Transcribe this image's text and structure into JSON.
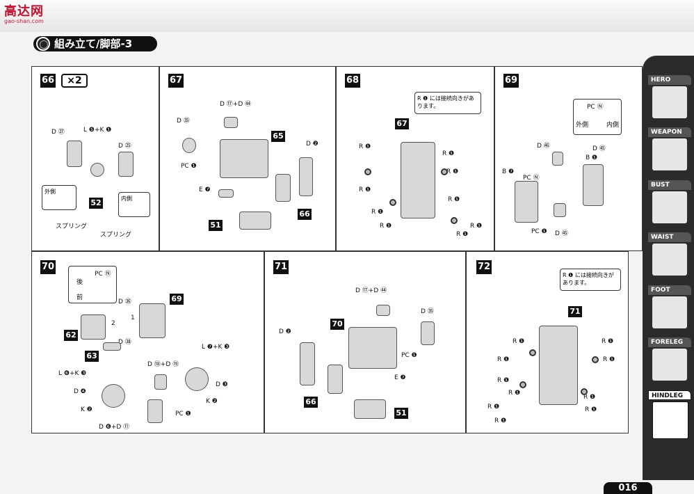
{
  "header": {
    "logo": "高达网",
    "logo_url": "gao-shan.com",
    "title": "組み立て/脚部-3"
  },
  "steps": {
    "s66": {
      "num": "66",
      "mult": "×2",
      "l1": "D ㉗",
      "l2": "L ❺+K ❶",
      "l3": "D ㉕",
      "side_out": "外側",
      "side_in": "内側",
      "p52": "52",
      "spring": "スプリング"
    },
    "s67": {
      "num": "67",
      "l1": "D ⑰+D ㊹",
      "l2": "D ㉟",
      "l3": "PC ❶",
      "l4": "E ❼",
      "l5": "D ❷",
      "p65": "65",
      "p66": "66",
      "p51": "51"
    },
    "s68": {
      "num": "68",
      "note": "R ❶ には接続向きがあります。",
      "p67": "67",
      "r": "R ❶"
    },
    "s69": {
      "num": "69",
      "l1": "PC Ⓝ",
      "l2": "外側",
      "l3": "内側",
      "l4": "D ㊻",
      "l5": "D ㊺",
      "l6": "B ❶",
      "l7": "B ❼",
      "l8": "PC Ⓝ",
      "l9": "PC ❶",
      "l10": "D ㊺"
    },
    "s70": {
      "num": "70",
      "l1": "PC Ⓝ",
      "l2": "後",
      "l3": "前",
      "l4": "D ㊱",
      "l5": "D ㊳",
      "l6": "L ❼+K ❸",
      "l7": "L ❻+K ❸",
      "l8": "D ❹",
      "l9": "D ⑱+D ⑲",
      "l10": "D ❸",
      "l11": "K ❷",
      "l12": "K ❷",
      "l13": "PC ❶",
      "l14": "D ❻+D ⑪",
      "p62": "62",
      "p63": "63",
      "p69": "69",
      "n1": "1",
      "n2": "2"
    },
    "s71": {
      "num": "71",
      "l1": "D ⑰+D ㊹",
      "l2": "D ㉟",
      "l3": "D ❷",
      "l4": "PC ❶",
      "l5": "E ❼",
      "p70": "70",
      "p66": "66",
      "p51": "51"
    },
    "s72": {
      "num": "72",
      "note": "R ❶ には接続向きがあります。",
      "p71": "71",
      "r": "R ❶"
    }
  },
  "sidebar": {
    "tabs": [
      "HERO",
      "WEAPON",
      "BUST",
      "WAIST",
      "FOOT",
      "FORELEG",
      "HINDLEG"
    ],
    "active": "HINDLEG"
  },
  "page": {
    "number": "016"
  }
}
